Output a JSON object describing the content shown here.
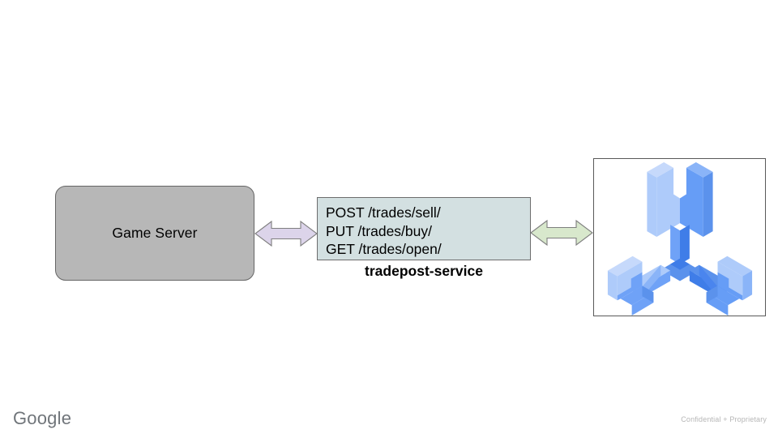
{
  "slide": {
    "background_color": "#ffffff"
  },
  "game_server": {
    "label": "Game Server",
    "fill_color": "#b7b7b7",
    "border_color": "#666666"
  },
  "arrow_left": {
    "icon": "double-headed-arrow-icon",
    "fill_color": "#dcd4ea",
    "border_color": "#7f7f7f",
    "direction": "bidirectional"
  },
  "service": {
    "endpoints": [
      "POST /trades/sell/",
      "PUT /trades/buy/",
      "GET /trades/open/"
    ],
    "caption": "tradepost-service",
    "fill_color": "#d3e0e1",
    "border_color": "#6d6d6d"
  },
  "arrow_right": {
    "icon": "double-headed-arrow-icon",
    "fill_color": "#d8e8cc",
    "border_color": "#7f7f7f",
    "direction": "bidirectional"
  },
  "icon_panel": {
    "icon": "isometric-three-pronged-wrench-icon",
    "border_color": "#595959",
    "colors": {
      "light": "#aecbfa",
      "medium": "#669df6",
      "dark": "#3b78e7",
      "deep": "#1a6cf0"
    }
  },
  "footer": {
    "brand": "Google",
    "brand_color": "#70757a",
    "note": "Confidential + Proprietary",
    "note_color": "#b6b6b6"
  }
}
